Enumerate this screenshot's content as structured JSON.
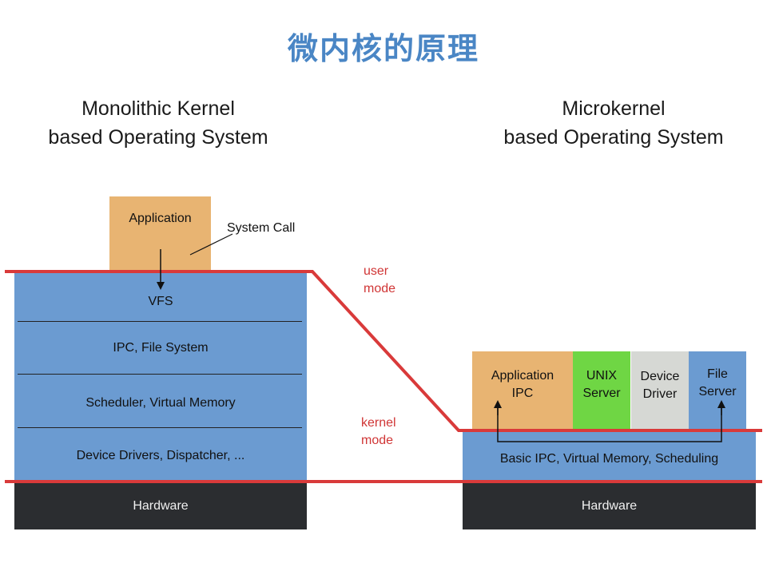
{
  "title": "微内核的原理",
  "monolithic": {
    "heading_line1": "Monolithic Kernel",
    "heading_line2": "based Operating System",
    "application": "Application",
    "system_call": "System Call",
    "layers": [
      "VFS",
      "IPC, File System",
      "Scheduler, Virtual Memory",
      "Device Drivers, Dispatcher, ..."
    ],
    "hardware": "Hardware"
  },
  "modes": {
    "user_line1": "user",
    "user_line2": "mode",
    "kernel_line1": "kernel",
    "kernel_line2": "mode"
  },
  "microkernel": {
    "heading_line1": "Microkernel",
    "heading_line2": "based Operating System",
    "services": [
      {
        "line1": "Application",
        "line2": "IPC",
        "color": "#e8b472"
      },
      {
        "line1": "UNIX",
        "line2": "Server",
        "color": "#6fd644"
      },
      {
        "line1": "Device",
        "line2": "Driver",
        "color": "#d6d8d4"
      },
      {
        "line1": "File",
        "line2": "Server",
        "color": "#6b9bd1"
      }
    ],
    "kernel": "Basic IPC, Virtual Memory, Scheduling",
    "hardware": "Hardware"
  },
  "colors": {
    "title": "#4a86c5",
    "boundary_line": "#d93a3a",
    "kernel_blue": "#6b9bd1",
    "hardware": "#2b2d30",
    "mode_text": "#d03535"
  }
}
